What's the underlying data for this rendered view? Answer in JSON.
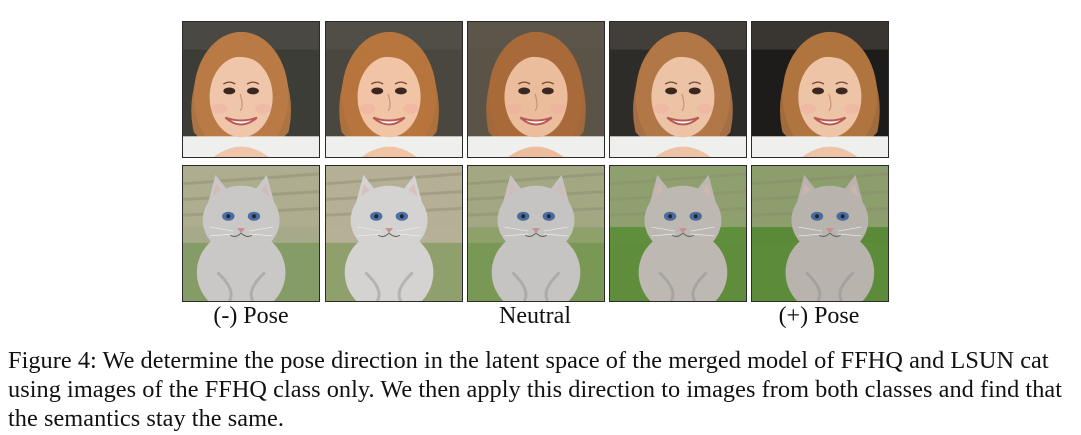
{
  "figure": {
    "rows": [
      {
        "name": "ffhq",
        "cells": [
          {
            "icon": "woman-face-portrait",
            "pose": "turned-left",
            "colors": {
              "bg": "#3d3d38",
              "hair": "#b97a45",
              "skin": "#efc6a9"
            }
          },
          {
            "icon": "woman-face-portrait",
            "pose": "slightly-left",
            "colors": {
              "bg": "#4a4640",
              "hair": "#b7763d",
              "skin": "#f0c4a5"
            }
          },
          {
            "icon": "woman-face-portrait",
            "pose": "frontal",
            "colors": {
              "bg": "#5b5446",
              "hair": "#a86a3b",
              "skin": "#ebbd9c"
            }
          },
          {
            "icon": "woman-face-portrait",
            "pose": "slightly-right",
            "colors": {
              "bg": "#2e2c28",
              "hair": "#b17747",
              "skin": "#edc3a5"
            }
          },
          {
            "icon": "woman-face-portrait",
            "pose": "turned-right",
            "colors": {
              "bg": "#1e1c1a",
              "hair": "#b0743f",
              "skin": "#edc4a6"
            }
          }
        ]
      },
      {
        "name": "lsun-cat",
        "cells": [
          {
            "icon": "gray-kitten-photo",
            "pose": "turned-left",
            "colors": {
              "bg": "#a7aa8a",
              "fur": "#c9c8c6",
              "eyes": "#4a6ea0"
            }
          },
          {
            "icon": "gray-kitten-photo",
            "pose": "slightly-left",
            "colors": {
              "bg": "#b6b196",
              "fur": "#d4d3d2",
              "eyes": "#4d6fa3"
            }
          },
          {
            "icon": "gray-kitten-photo",
            "pose": "frontal",
            "colors": {
              "bg": "#8fa16b",
              "fur": "#c6c4c2",
              "eyes": "#4a6c9c"
            }
          },
          {
            "icon": "gray-kitten-photo",
            "pose": "slightly-right",
            "colors": {
              "bg": "#5f8f3c",
              "fur": "#bdb8b2",
              "eyes": "#4a6c9c"
            }
          },
          {
            "icon": "gray-kitten-photo",
            "pose": "turned-right",
            "colors": {
              "bg": "#5a8a38",
              "fur": "#b8b3ad",
              "eyes": "#4a6c9c"
            }
          }
        ]
      }
    ],
    "labels": {
      "left": "(-) Pose",
      "center": "Neutral",
      "right": "(+) Pose"
    }
  },
  "caption": "Figure 4: We determine the pose direction in the latent space of the merged model of FFHQ and LSUN cat using images of the FFHQ class only. We then apply this direction to images from both classes and find that the semantics stay the same."
}
